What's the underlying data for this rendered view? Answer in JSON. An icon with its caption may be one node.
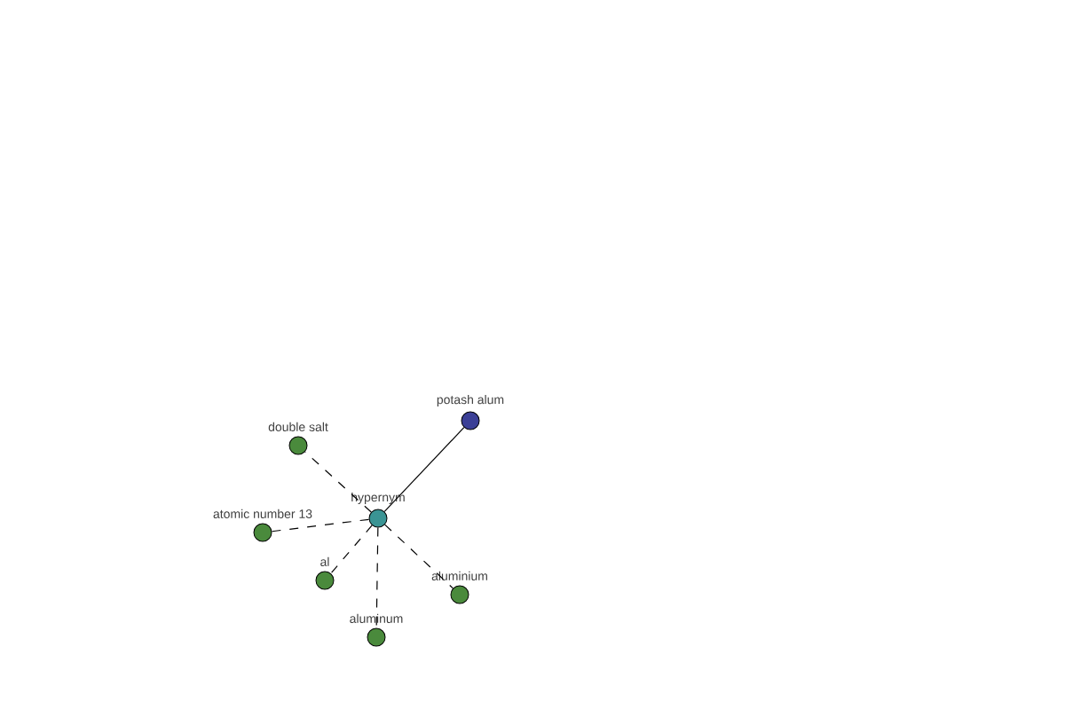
{
  "diagram": {
    "nodes": [
      {
        "text": [
          "potash alum"
        ]
      },
      {
        "text": [
          "double salt"
        ]
      },
      {
        "text": [
          "hypernym"
        ]
      },
      {
        "text": [
          "atomic number 13"
        ]
      },
      {
        "text": [
          "al"
        ]
      },
      {
        "text": [
          "aluminium"
        ]
      },
      {
        "text": [
          "aluminum"
        ]
      }
    ],
    "edges": [
      {
        "from": 2,
        "to": 0,
        "arrow": "none"
      },
      {
        "from": 2,
        "to": 1,
        "arrow": "none",
        "style": "dashed"
      },
      {
        "from": 2,
        "to": 3,
        "arrow": "none",
        "style": "dashed"
      },
      {
        "from": 2,
        "to": 4,
        "arrow": "none",
        "style": "dashed"
      },
      {
        "from": 2,
        "to": 5,
        "arrow": "none",
        "style": "dashed"
      },
      {
        "from": 2,
        "to": 6,
        "arrow": "none",
        "style": "dashed"
      }
    ]
  }
}
